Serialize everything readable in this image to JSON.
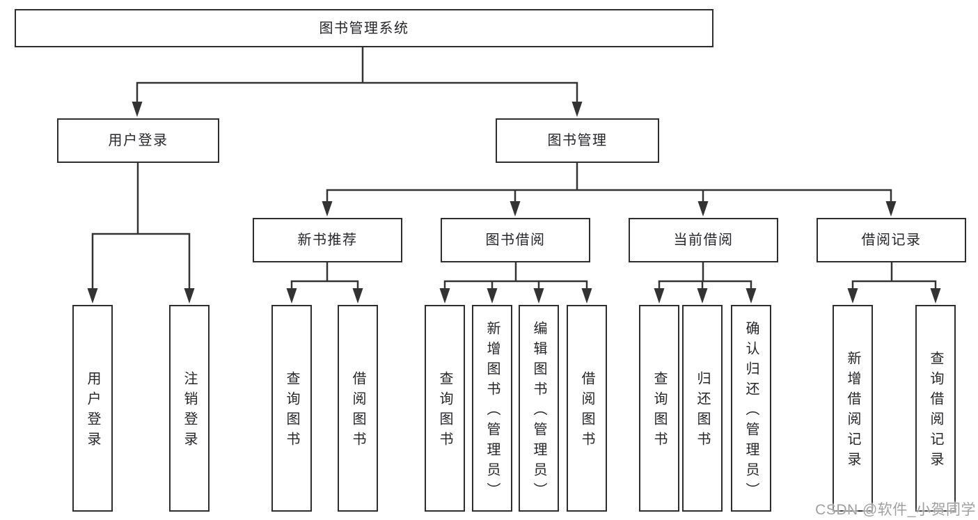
{
  "diagram": {
    "watermark": "CSDN @软件_小贺同学",
    "colors": {
      "background": "#ffffff",
      "line": "#333333",
      "box_border": "#2e2e2e",
      "box_fill": "#ffffff",
      "text": "#26262a",
      "watermark_text": "#a0a0a0"
    },
    "nodes": {
      "root": "图书管理系统",
      "user_login": "用户登录",
      "book_mgmt": "图书管理",
      "new_book_rec": "新书推荐",
      "book_borrow": "图书借阅",
      "current_borrow": "当前借阅",
      "borrow_record": "借阅记录",
      "leaves": {
        "user_login": [
          "用户登录",
          "注销登录"
        ],
        "new_book_rec": [
          "查询图书",
          "借阅图书"
        ],
        "book_borrow": [
          "查询图书",
          "新增图书（管理员）",
          "编辑图书（管理员）",
          "借阅图书"
        ],
        "current_borrow": [
          "查询图书",
          "归还图书",
          "确认归还（管理员）"
        ],
        "borrow_record": [
          "新增借阅记录",
          "查询借阅记录"
        ]
      }
    }
  }
}
